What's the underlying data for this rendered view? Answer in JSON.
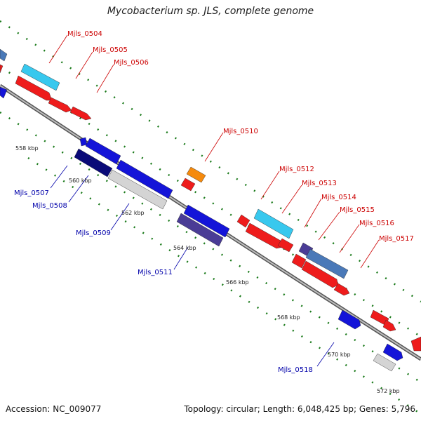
{
  "title": "Mycobacterium sp. JLS, complete genome",
  "footer": {
    "accession": "Accession: NC_009077",
    "topology": "Topology: circular; Length: 6,048,425 bp; Genes: 5,796"
  },
  "colors": {
    "backbone": "#7a7a7a",
    "tick_dots": "#1a7a1a",
    "label_red": "#cc0000",
    "label_blue": "#0000aa"
  },
  "scale_ticks": [
    "558 kbp",
    "560 kbp",
    "562 kbp",
    "564 kbp",
    "566 kbp",
    "568 kbp",
    "570 kbp",
    "572 kbp"
  ],
  "genes_top": [
    {
      "label": "Mjls_0504"
    },
    {
      "label": "Mjls_0505"
    },
    {
      "label": "Mjls_0506"
    },
    {
      "label": "Mjls_0510"
    },
    {
      "label": "Mjls_0512"
    },
    {
      "label": "Mjls_0513"
    },
    {
      "label": "Mjls_0514"
    },
    {
      "label": "Mjls_0515"
    },
    {
      "label": "Mjls_0516"
    },
    {
      "label": "Mjls_0517"
    }
  ],
  "genes_bottom": [
    {
      "label": "Mjls_0507"
    },
    {
      "label": "Mjls_0508"
    },
    {
      "label": "Mjls_0509"
    },
    {
      "label": "Mjls_0511"
    },
    {
      "label": "Mjls_0518"
    }
  ]
}
